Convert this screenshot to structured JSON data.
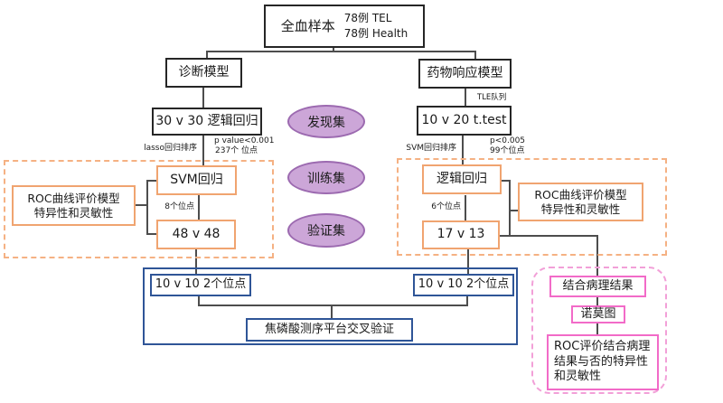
{
  "colors": {
    "black_box_border": "#262626",
    "orange_accent": "#F0A470",
    "orange_dashed": "#F5B183",
    "blue_accent": "#2F5597",
    "pink_accent": "#F26BC8",
    "pink_dashed": "#F2A0D8",
    "purple_fill": "#CCA6D8",
    "purple_border": "#9C6AB0",
    "connector": "#4D4D4D"
  },
  "root": {
    "title": "全血样本",
    "cases_line1": "78例 TEL",
    "cases_line2": "78例 Health"
  },
  "sets": {
    "discovery": "发现集",
    "training": "训练集",
    "validation": "验证集"
  },
  "diagnosis": {
    "model": "诊断模型",
    "regression": "30 v 30 逻辑回归",
    "lasso_label": "lasso回归排序",
    "pvalue_label": "p value<0.001",
    "sites_label": "237个 位点",
    "svm": "SVM回归",
    "sites8_label": "8个位点",
    "split": "48 v 48",
    "roc_line1": "ROC曲线评价模型",
    "roc_line2": "特异性和灵敏性"
  },
  "drug_response": {
    "model": "药物响应模型",
    "cohort_label": "TLE队列",
    "ttest": "10 v 20 t.test",
    "svm_rank_label": "SVM回归排序",
    "pvalue_label": "p<0.005",
    "sites_label": "99个位点",
    "logistic": "逻辑回归",
    "sites6_label": "6个位点",
    "split": "17 v 13",
    "roc_line1": "ROC曲线评价模型",
    "roc_line2": "特异性和灵敏性"
  },
  "cross_validation": {
    "left_sites": "10 v 10 2个位点",
    "right_sites": "10 v 10 2个位点",
    "platform": "焦磷酸测序平台交叉验证"
  },
  "pathology": {
    "combine": "结合病理结果",
    "nomogram": "诺莫图",
    "roc": "ROC评价结合病理结果与否的特异性和灵敏性"
  }
}
